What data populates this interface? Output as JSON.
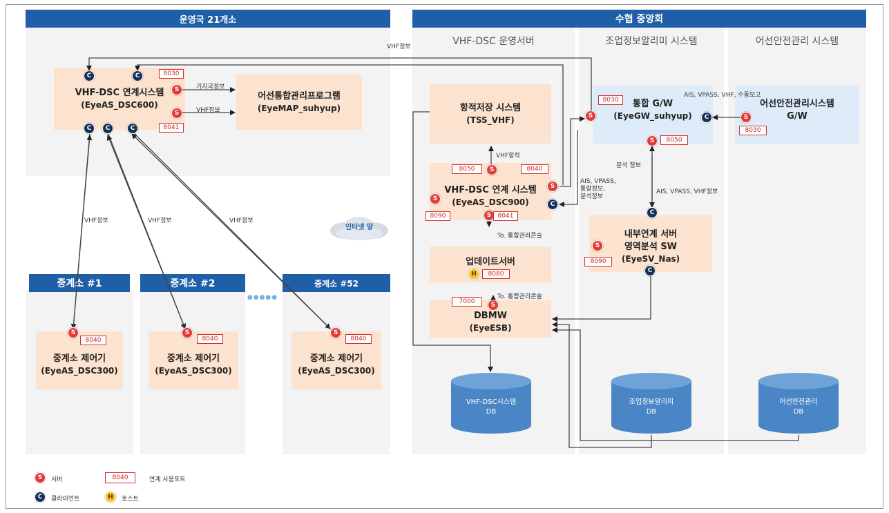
{
  "headers": {
    "left_title": "운영국 21개소",
    "right_title": "수협 중앙회",
    "col_vhf_server": "VHF-DSC 운영서버",
    "col_alarm": "조업정보알리미 시스템",
    "col_safety": "어선안전관리 시스템",
    "relay_1": "중계소 #1",
    "relay_2": "중계소 #2",
    "relay_52": "중계소 #52",
    "dots": "●●●●●"
  },
  "boxes": {
    "dsc600_title": "VHF-DSC 연계시스템",
    "dsc600_sub": "(EyeAS_DSC600)",
    "eyemap_title": "어선통합관리프로그램",
    "eyemap_sub": "(EyeMAP_suhyup)",
    "tss_title": "항적저장 시스템",
    "tss_sub": "(TSS_VHF)",
    "dsc900_title": "VHF-DSC 연계 시스템",
    "dsc900_sub": "(EyeAS_DSC900)",
    "update_title": "업데이트서버",
    "dbmw_title": "DBMW",
    "dbmw_sub": "(EyeESB)",
    "gw_title": "통합 G/W",
    "gw_sub": "(EyeGW_suhyup)",
    "safety_gw_title": "어선안전관리시스템",
    "safety_gw_sub": "G/W",
    "eyesv_title1": "내부연계 서버",
    "eyesv_title2": "영역분석 SW",
    "eyesv_sub": "(EyeSV_Nas)",
    "relay_ctrl_title": "중계소 제어기",
    "relay_ctrl_sub": "(EyeAS_DSC300)"
  },
  "ports": {
    "p8030_a": "8030",
    "p8041_a": "8041",
    "p8050_a": "8050",
    "p8040_a": "8040",
    "p8090_a": "8090",
    "p8041_b": "8041",
    "p8080": "8080",
    "p7000": "7000",
    "p8030_b": "8030",
    "p8050_b": "8050",
    "p8030_c": "8030",
    "p8090_b": "8090",
    "p8040_r1": "8040",
    "p8040_r2": "8040",
    "p8040_r52": "8040"
  },
  "labels": {
    "vhf_info_top": "VHF정보",
    "base_info": "기지국정보",
    "vhf_info_mid": "VHF정보",
    "vhf_track": "VHF항적",
    "to_console_1": "To. 통합관리콘솔",
    "to_console_2": "To. 통합관리콘솔",
    "ais_vpass_info": "AIS, VPASS,\n통항정보,\n분석정보",
    "analysis_info": "분석 정보",
    "ais_vpass_vhf": "AIS, VPASS, VHF정보",
    "ais_vpass_report": "AIS, VPASS, VHF, 수동보고",
    "vhf_info_r1": "VHF정보",
    "vhf_info_r2": "VHF정보",
    "vhf_info_r52": "VHF정보",
    "internet": "인터넷 망"
  },
  "badges": {
    "server": "S",
    "client": "C",
    "host": "H"
  },
  "databases": {
    "db_vhf_line1": "VHF-DSC시스템",
    "db_vhf_line2": "DB",
    "db_alarm_line1": "조업정보알리미",
    "db_alarm_line2": "DB",
    "db_safety_line1": "어선안전관리",
    "db_safety_line2": "DB"
  },
  "legend": {
    "server_label": "서버",
    "port_sample": "8040",
    "port_label": "연계 사용포트",
    "client_label": "클라이언트",
    "host_label": "호스트"
  },
  "colors": {
    "header_blue": "#1f5fa8",
    "box_peach": "#fbe3cf",
    "box_blue": "#deecf9",
    "server_red": "#e53935",
    "client_navy": "#16305c",
    "host_yellow": "#f0c41d",
    "db_blue": "#4a86c5"
  }
}
